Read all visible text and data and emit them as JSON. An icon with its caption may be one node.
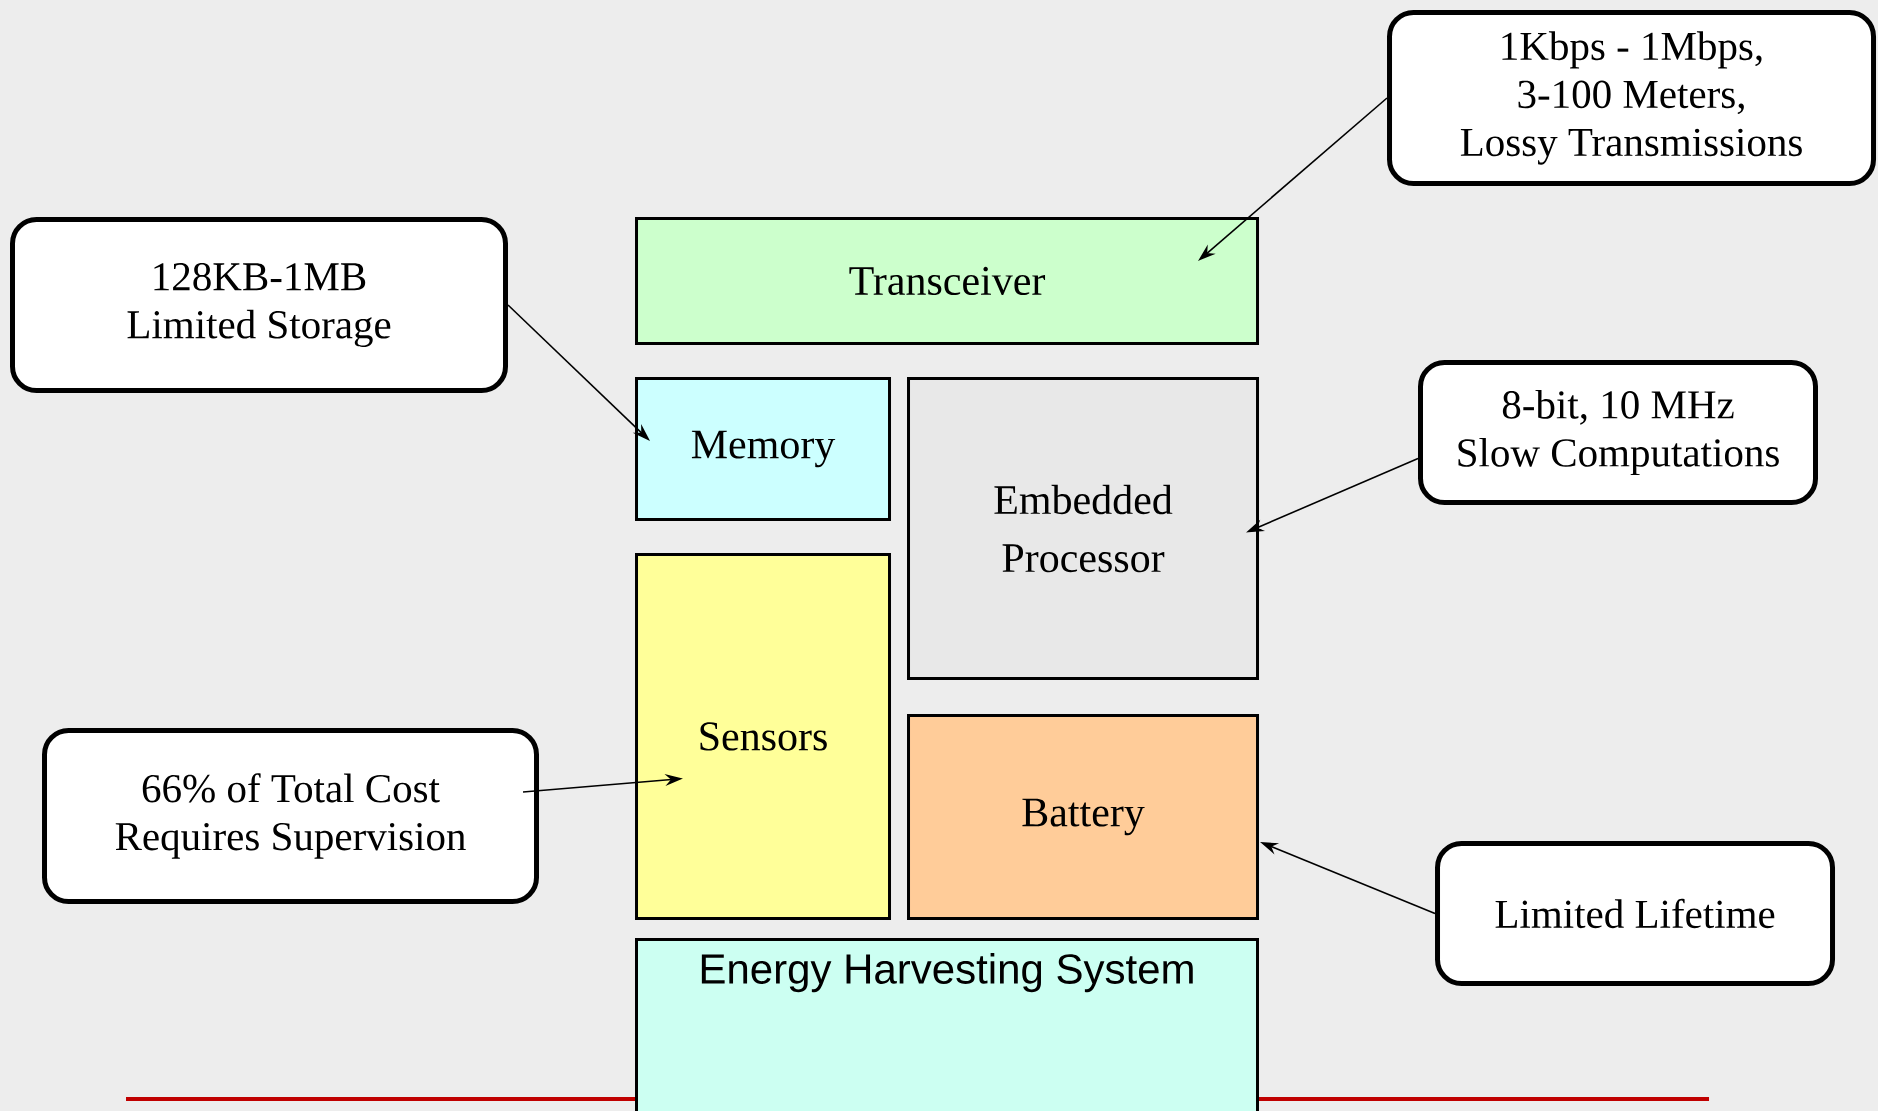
{
  "diagram": {
    "nodes": [
      {
        "text": [
          "1Kbps - 1Mbps,",
          "3-100 Meters,",
          "Lossy Transmissions"
        ]
      },
      {
        "text": [
          "128KB-1MB",
          "Limited Storage"
        ]
      },
      {
        "text": [
          "Transceiver"
        ]
      },
      {
        "text": [
          "Memory"
        ]
      },
      {
        "text": [
          "Embedded Processor"
        ]
      },
      {
        "text": [
          "8-bit, 10 MHz",
          "Slow Computations"
        ]
      },
      {
        "text": [
          "Sensors"
        ]
      },
      {
        "text": [
          "66% of Total Cost",
          "Requires Supervision"
        ]
      },
      {
        "text": [
          "Battery"
        ]
      },
      {
        "text": [
          "Limited Lifetime"
        ]
      },
      {
        "text": [
          "Energy Harvesting System"
        ]
      }
    ],
    "edges": [
      {
        "from": 0,
        "to": 2,
        "arrow": "to"
      },
      {
        "from": 1,
        "to": 3,
        "arrow": "to"
      },
      {
        "from": 5,
        "to": 4,
        "arrow": "to"
      },
      {
        "from": 7,
        "to": 6,
        "arrow": "to"
      },
      {
        "from": 9,
        "to": 8,
        "arrow": "to"
      }
    ]
  }
}
